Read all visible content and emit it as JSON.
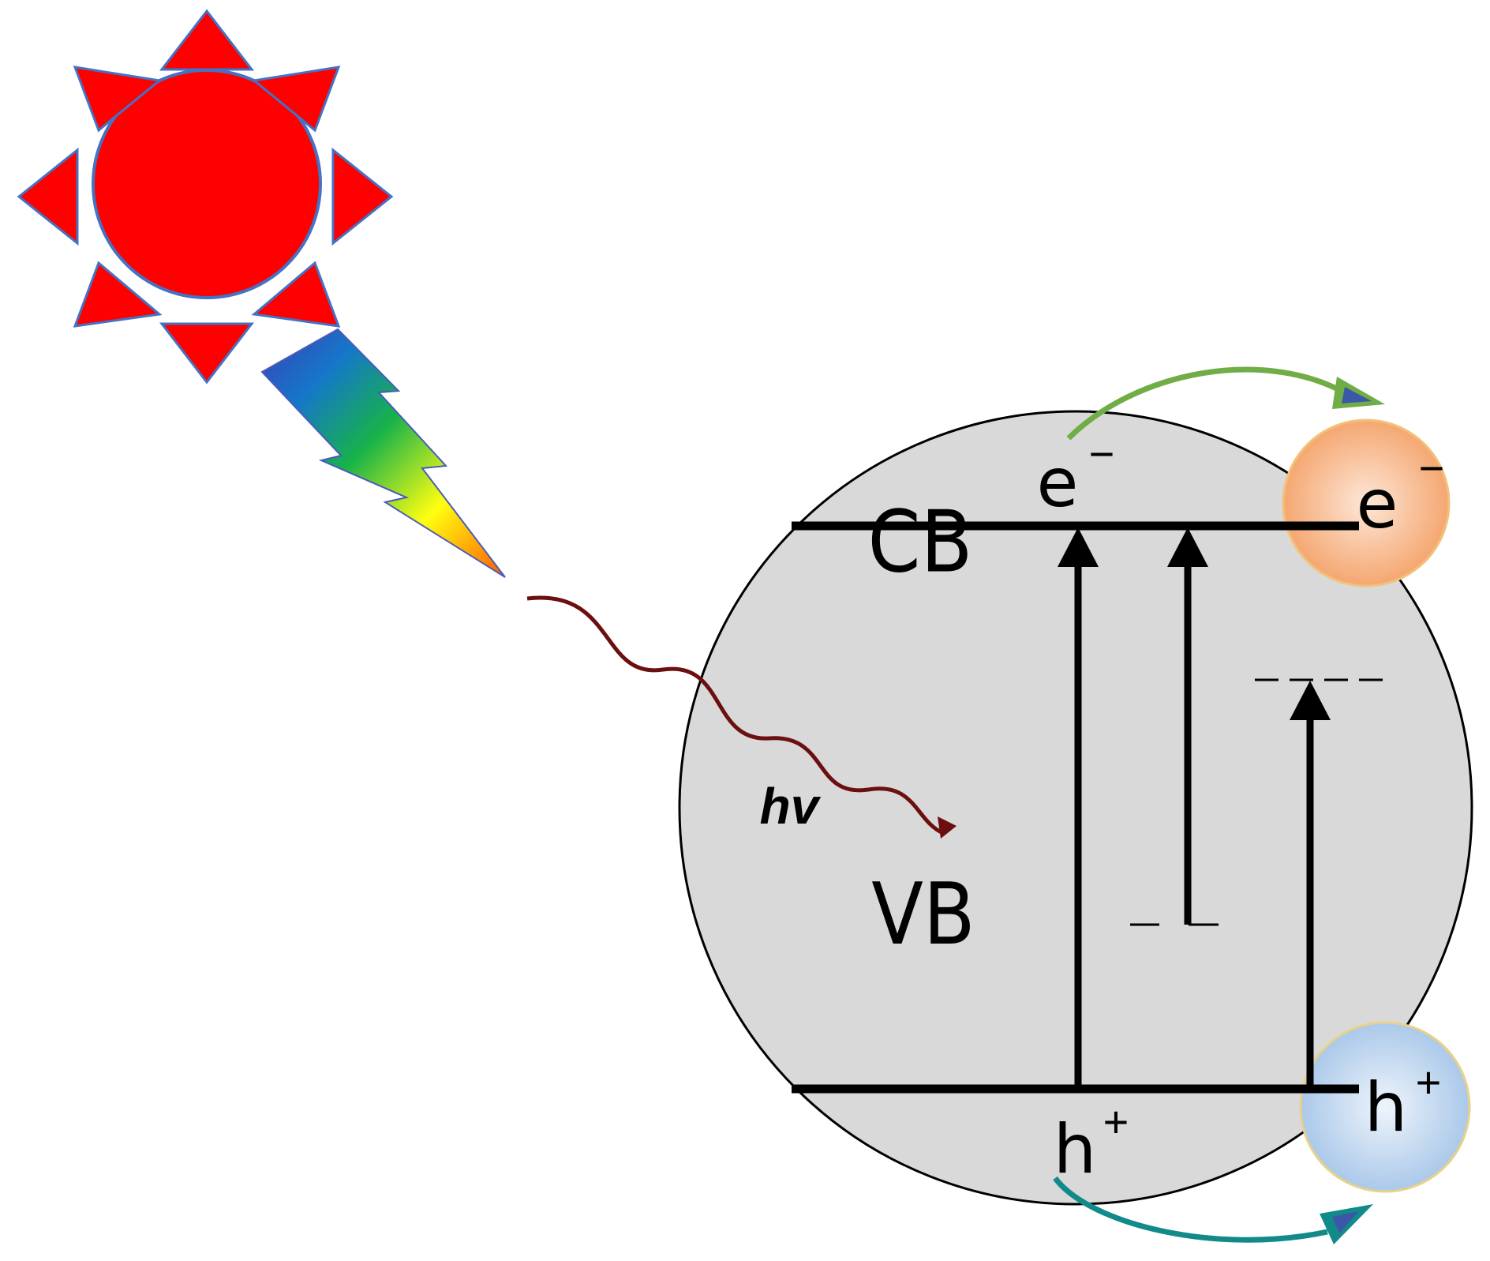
{
  "labels": {
    "cb": "CB",
    "vb": "VB",
    "photon": "hv",
    "electron_base": "e",
    "electron_sup": "−",
    "hole_base": "h",
    "hole_sup": "+"
  },
  "colors": {
    "sun": "#ff0000",
    "sun_outline": "#4472c4",
    "particle_fill": "#d9d9d9",
    "band_line": "#000000",
    "photon_wave": "#6b0f0f",
    "electron_arrow": "#70ad47",
    "hole_arrow": "#138a8a",
    "electron_sphere": "#f4a46b",
    "hole_sphere": "#a9c8e8",
    "arrowhead_accent": "#3a57a8"
  },
  "icons": {
    "sun": "sun-icon",
    "light_bolt": "lightning-bolt-icon"
  }
}
